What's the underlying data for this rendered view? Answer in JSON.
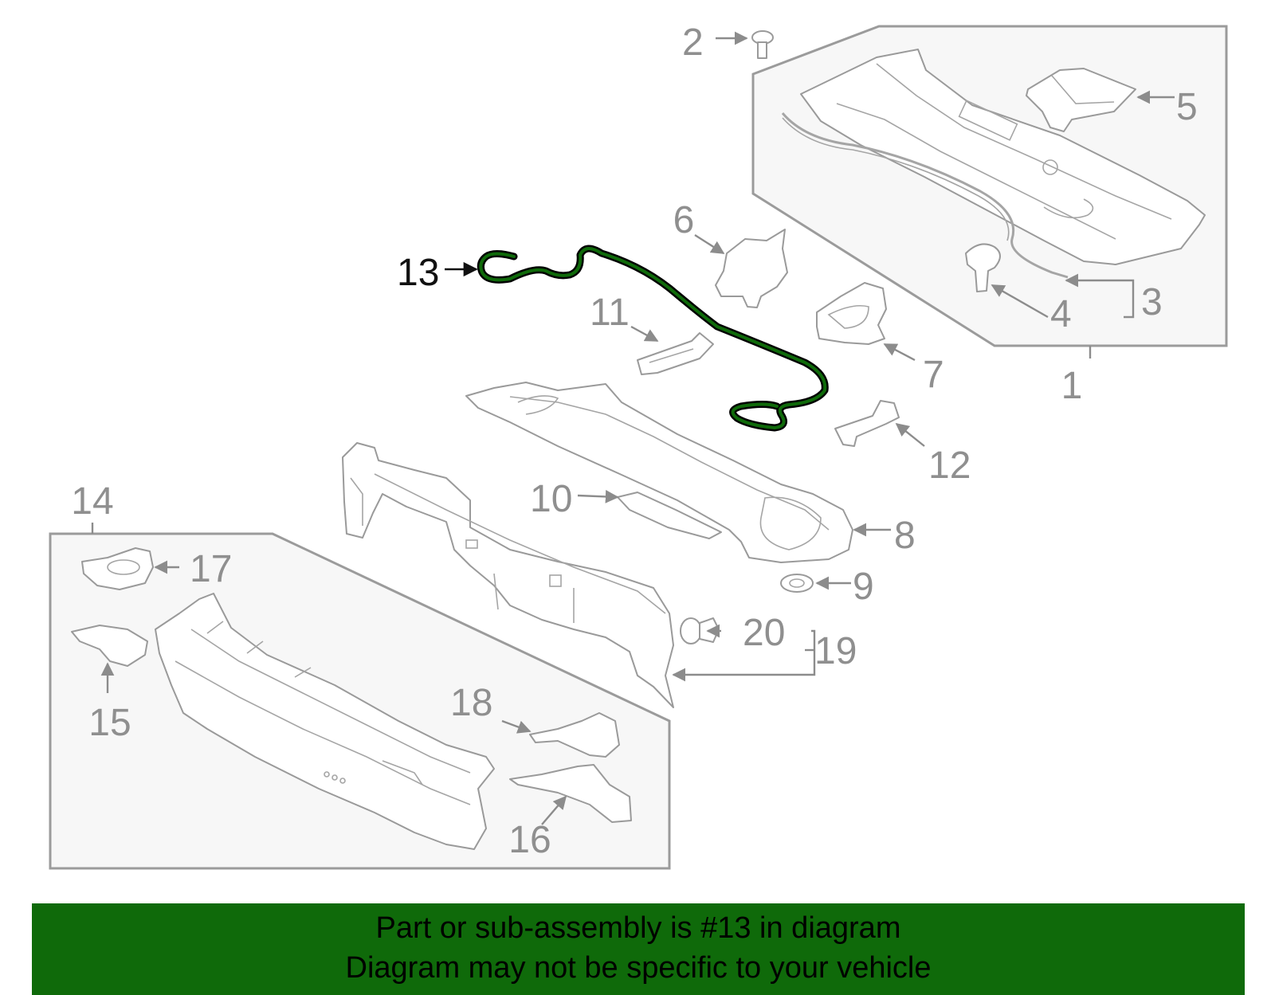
{
  "diagram": {
    "callouts": [
      "1",
      "2",
      "3",
      "4",
      "5",
      "6",
      "7",
      "8",
      "9",
      "10",
      "11",
      "12",
      "13",
      "14",
      "15",
      "16",
      "17",
      "18",
      "19",
      "20"
    ],
    "highlighted_part": "13",
    "highlight_color": "#0f6a0a"
  },
  "banner": {
    "line1": "Part or sub-assembly is #13 in diagram",
    "line2": "Diagram may not be specific to your vehicle",
    "background": "#0f6a0a"
  }
}
